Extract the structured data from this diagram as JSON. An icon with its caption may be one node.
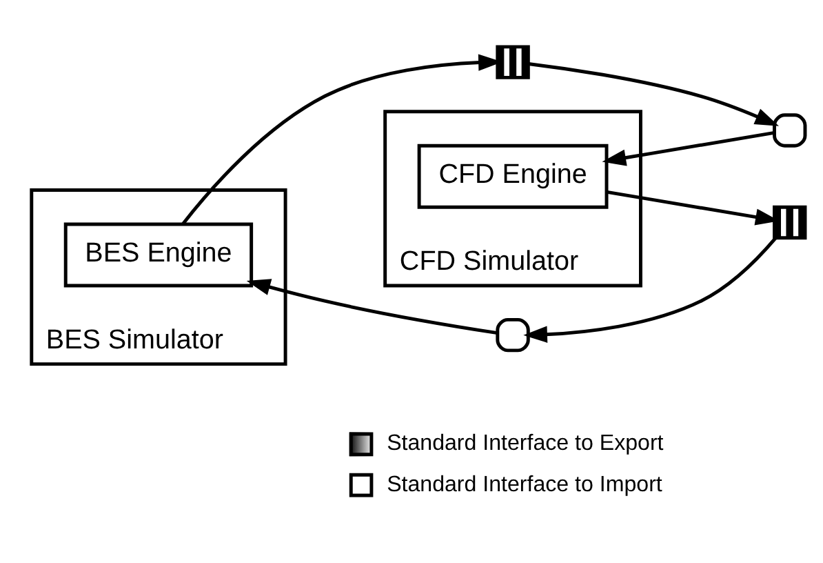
{
  "diagram": {
    "nodes": [
      {
        "text": [
          "BES Simulator"
        ]
      },
      {
        "text": [
          "BES Engine"
        ],
        "in": 0
      },
      {
        "text": [],
        "shape": "box"
      },
      {
        "text": [],
        "shape": "box"
      },
      {
        "text": [
          "CFD Simulator"
        ]
      },
      {
        "text": [
          "CFD Engine"
        ],
        "in": 4
      },
      {
        "text": [],
        "shape": "box"
      },
      {
        "text": [],
        "shape": "box"
      }
    ],
    "edges": [
      {
        "from": 1,
        "to": 2,
        "arrow": "to"
      },
      {
        "from": 2,
        "to": 6,
        "arrow": "to"
      },
      {
        "from": 6,
        "to": 5,
        "arrow": "to"
      },
      {
        "from": 5,
        "to": 7,
        "arrow": "to"
      },
      {
        "from": 7,
        "to": 3,
        "arrow": "to"
      },
      {
        "from": 3,
        "to": 1,
        "arrow": "to"
      }
    ],
    "legend": [
      {
        "text": "Standard Interface to Export"
      },
      {
        "text": "Standard Interface to Import"
      }
    ]
  }
}
